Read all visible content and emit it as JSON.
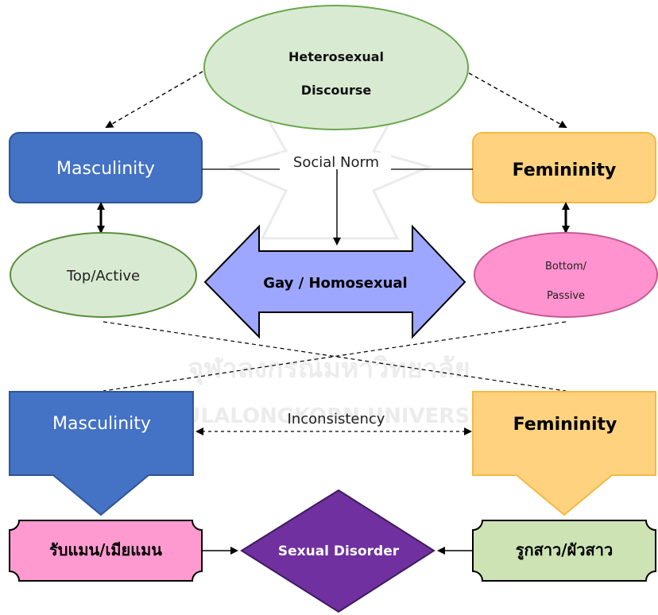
{
  "diagram": {
    "discourse": {
      "line1": "Heterosexual",
      "line2": "Discourse"
    },
    "masculinity_top": "Masculinity",
    "femininity_top": "Femininity",
    "social_norm": "Social Norm",
    "top_active": "Top/Active",
    "bottom_passive": {
      "line1": "Bottom/",
      "line2": "Passive"
    },
    "gay_homosexual": "Gay / Homosexual",
    "masculinity_bottom": "Masculinity",
    "femininity_bottom": "Femininity",
    "inconsistency": "Inconsistency",
    "left_term": "รับแมน/เมียแมน",
    "right_term": "รูกสาว/ผัวสาว",
    "disorder": "Sexual Disorder",
    "watermark": "จุฬาลงกรณ์มหาวิทยาลัย",
    "watermark_en": "CHULALONGKORN UNIVERSITY"
  },
  "colors": {
    "blue": "#4472C4",
    "blue_dark": "#2F5597",
    "orange": "#FFD27F",
    "orange_border": "#F4B942",
    "green": "#D9EAD3",
    "green_border": "#5A8F3D",
    "pink": "#FF93CF",
    "pink_border": "#C55A91",
    "lavender": "#9DA7FF",
    "purple": "#7030A0",
    "term_pink": "#FF9AD0",
    "term_green": "#CDE3B4"
  }
}
